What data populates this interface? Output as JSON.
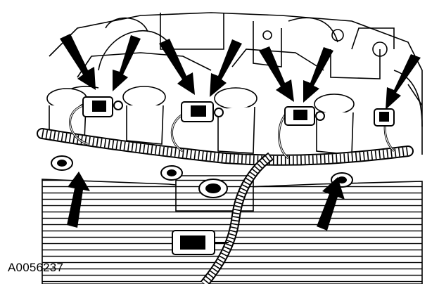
{
  "figure": {
    "id_label": "A0056237",
    "subject": "engine-fuel-injector-harness",
    "callout_arrows": [
      {
        "name": "injector-1-left-arrow",
        "points_to": "injector-connector-1"
      },
      {
        "name": "injector-1-right-arrow",
        "points_to": "injector-connector-1"
      },
      {
        "name": "injector-2-left-arrow",
        "points_to": "injector-connector-2"
      },
      {
        "name": "injector-2-right-arrow",
        "points_to": "injector-connector-2"
      },
      {
        "name": "injector-3-left-arrow",
        "points_to": "injector-connector-3"
      },
      {
        "name": "injector-3-right-arrow",
        "points_to": "injector-connector-3"
      },
      {
        "name": "injector-4-arrow",
        "points_to": "injector-connector-4"
      },
      {
        "name": "retainer-left-arrow",
        "points_to": "harness-retainer-left"
      },
      {
        "name": "retainer-right-arrow",
        "points_to": "harness-retainer-right"
      }
    ]
  },
  "colors": {
    "ink": "#000000",
    "paper": "#ffffff"
  }
}
